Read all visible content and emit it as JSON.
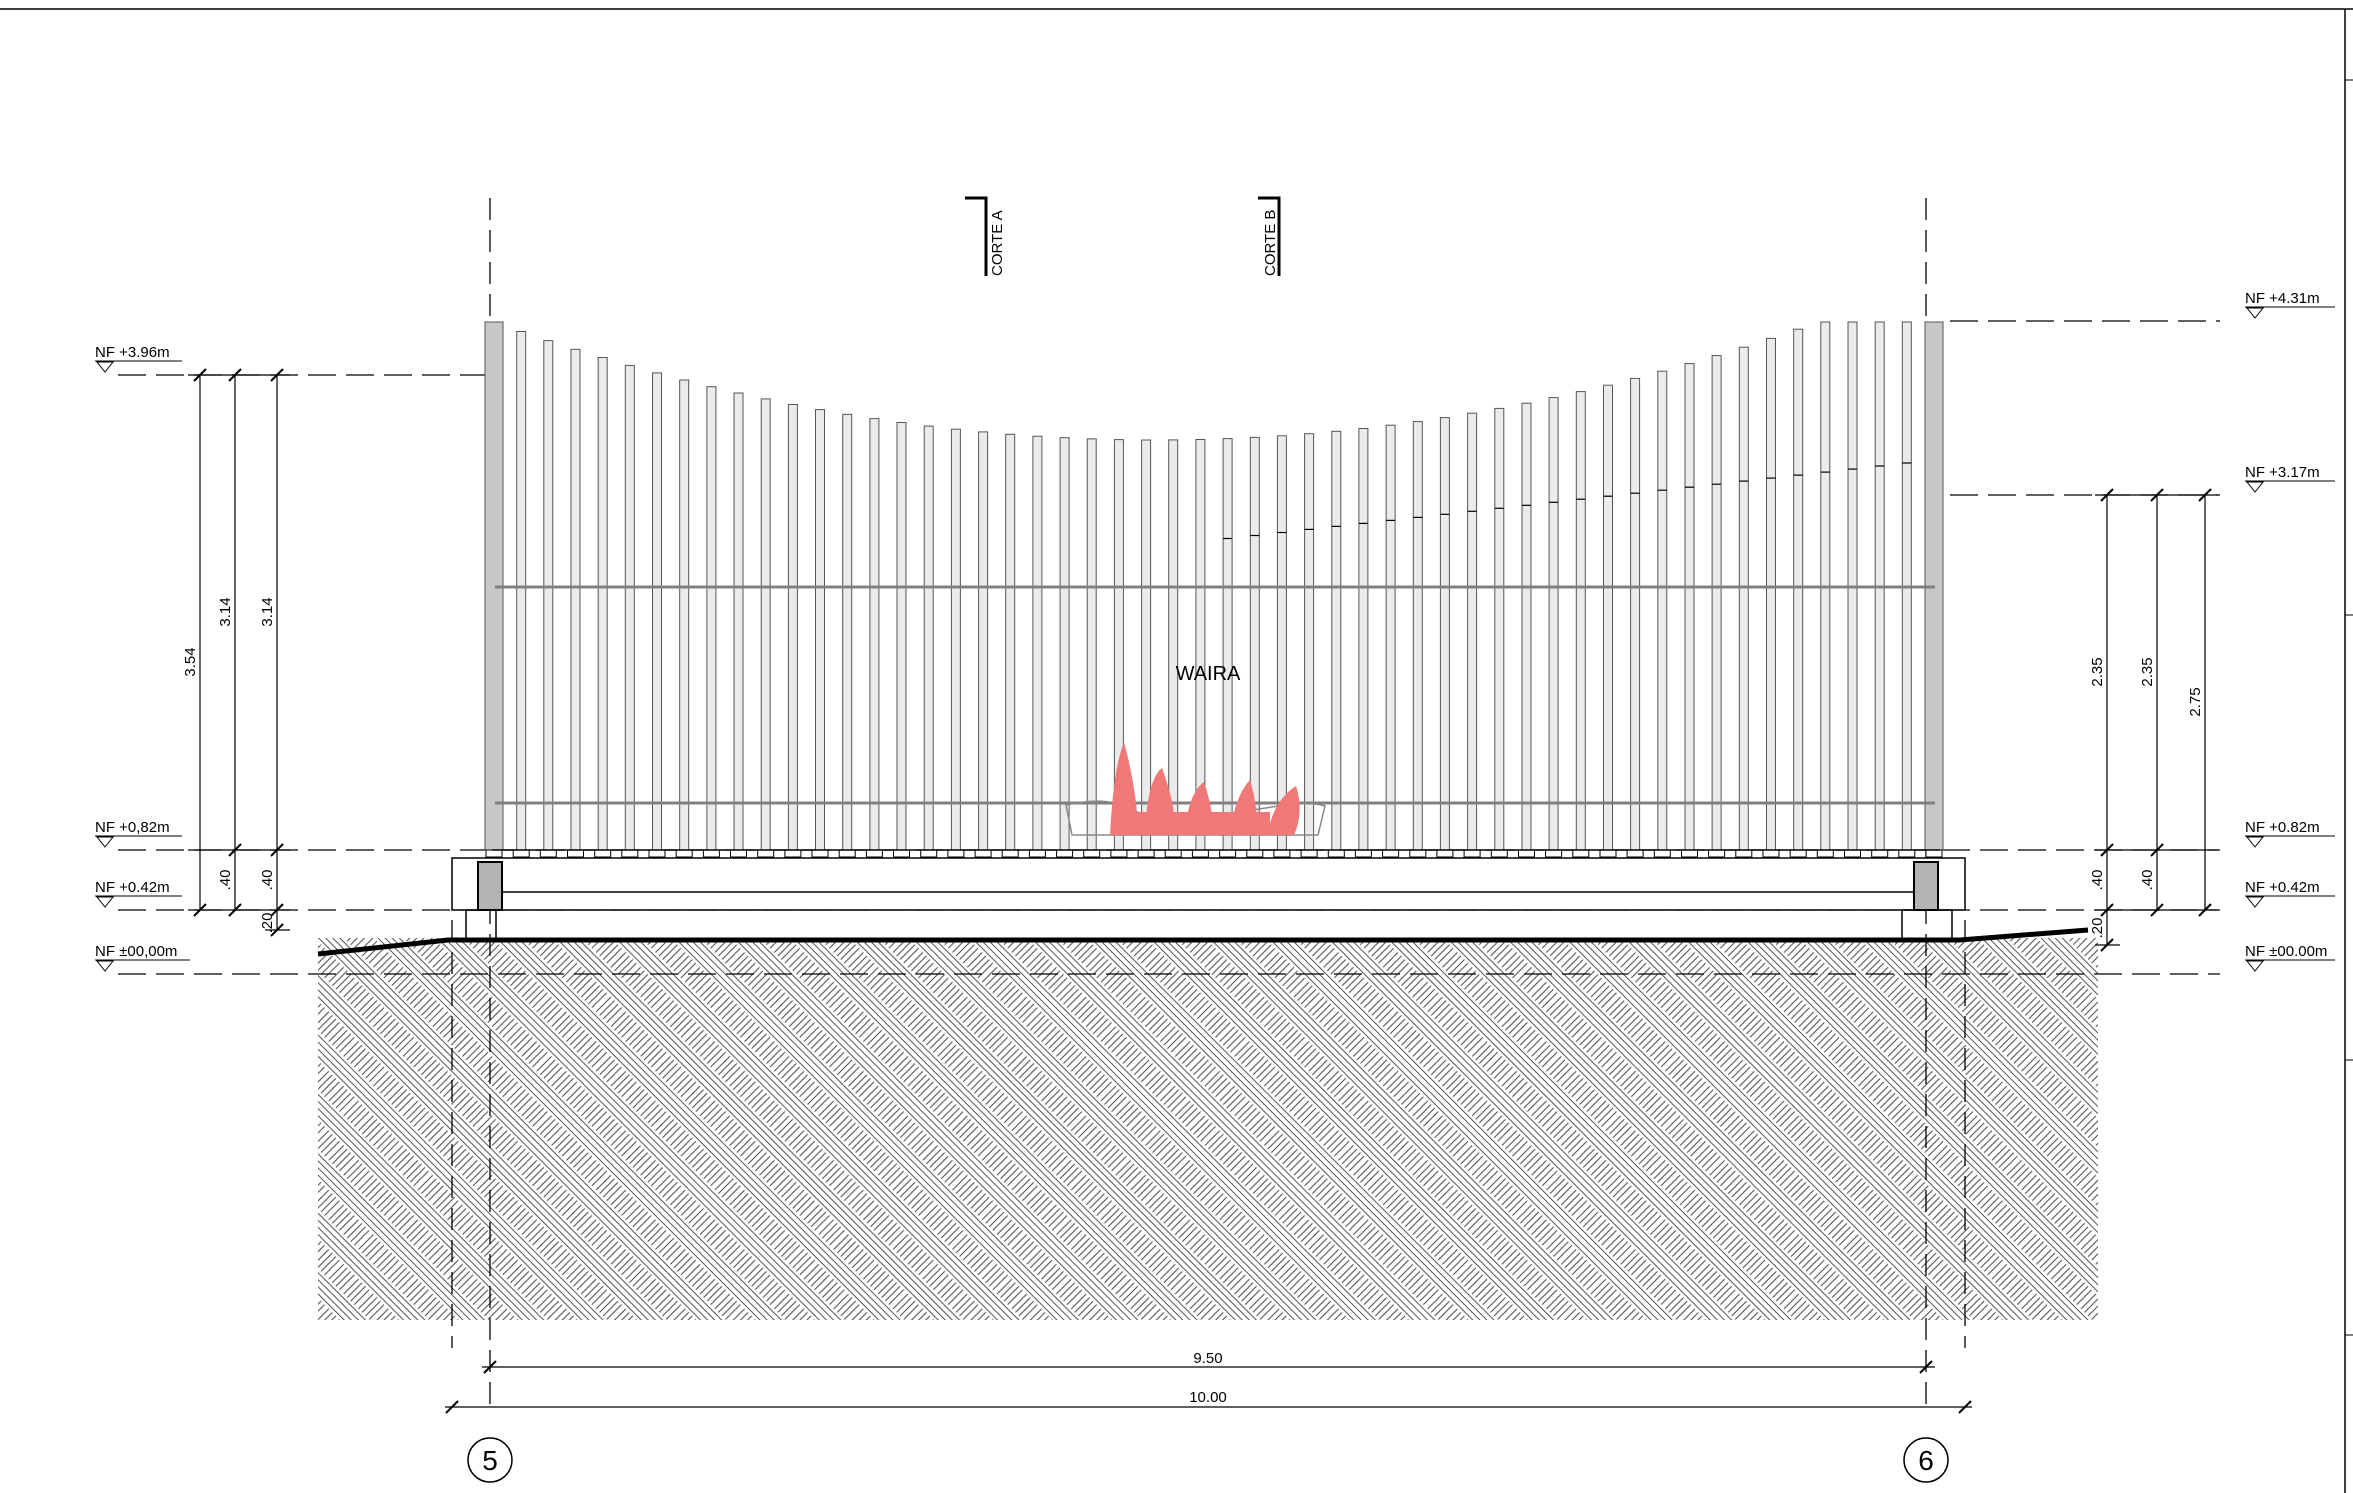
{
  "title": "WAIRA",
  "section_marks": [
    {
      "id": "a",
      "label": "CORTE A"
    },
    {
      "id": "b",
      "label": "CORTE B"
    }
  ],
  "levels_left": [
    {
      "id": "396",
      "label": "NF +3.96m"
    },
    {
      "id": "082",
      "label": "NF +0,82m"
    },
    {
      "id": "042",
      "label": "NF +0.42m"
    },
    {
      "id": "000",
      "label": "NF ±00,00m"
    }
  ],
  "levels_right": [
    {
      "id": "431",
      "label": "NF +4.31m"
    },
    {
      "id": "317",
      "label": "NF +3.17m"
    },
    {
      "id": "082",
      "label": "NF +0.82m"
    },
    {
      "id": "042",
      "label": "NF +0.42m"
    },
    {
      "id": "000",
      "label": "NF ±00.00m"
    }
  ],
  "dimensions_left": {
    "d354": "3.54",
    "d314a": "3.14",
    "d314b": "3.14",
    "d040a": ".40",
    "d040b": ".40",
    "d020": ".20"
  },
  "dimensions_right": {
    "d235a": "2.35",
    "d235b": "2.35",
    "d275": "2.75",
    "d040a": ".40",
    "d040b": ".40",
    "d020": ".20"
  },
  "dimensions_bottom": {
    "inner": "9.50",
    "outer": "10.00"
  },
  "grid_axes": [
    {
      "id": "5",
      "label": "5"
    },
    {
      "id": "6",
      "label": "6"
    }
  ],
  "colors": {
    "line": "#000000",
    "post_fill": "#ebebeb",
    "post_dark": "#c8c8c8",
    "accent": "#f07878"
  }
}
